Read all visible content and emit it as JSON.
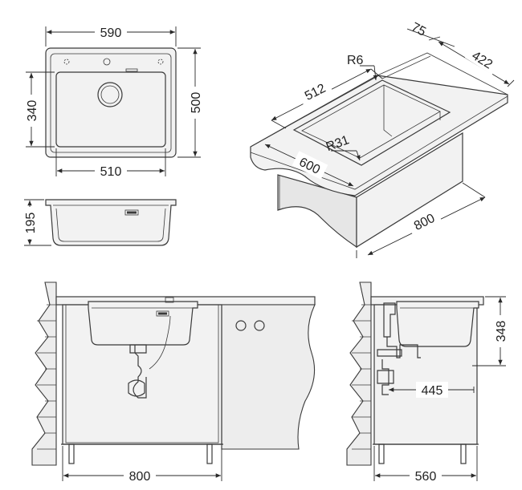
{
  "dimensions": {
    "top_overall_width": "590",
    "top_overall_depth": "500",
    "bowl_depth": "340",
    "bowl_width": "510",
    "sink_height": "195",
    "iso_flange": "75",
    "iso_depth": "422",
    "iso_radius_small": "R6",
    "iso_length": "512",
    "iso_radius_bowl": "R31",
    "iso_worktop": "600",
    "iso_cabinet_width": "800",
    "front_cabinet_width": "800",
    "side_height": "348",
    "side_drain_offset": "445",
    "side_cabinet_depth": "560"
  }
}
